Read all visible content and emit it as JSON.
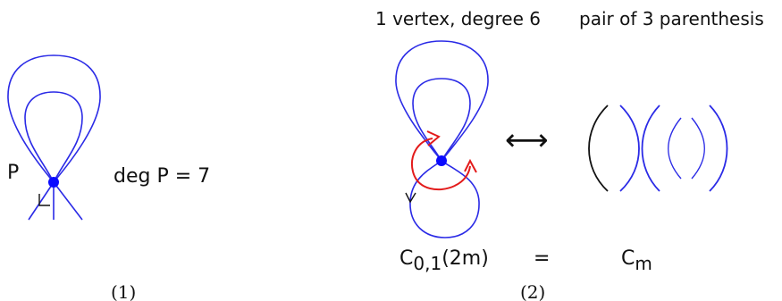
{
  "panel1": {
    "vertex_label": "P",
    "degree_text": "deg P = 7",
    "caption": "(1)"
  },
  "panel2": {
    "vertex_desc": "1 vertex, degree 6",
    "paren_desc": "pair of 3 parenthesis",
    "arrow": "⟷",
    "c_left_base": "C",
    "c_left_sub": "0,1",
    "c_left_arg": "(2m)",
    "equals": "=",
    "c_right_base": "C",
    "c_right_sub": "m",
    "caption": "(2)"
  },
  "colors": {
    "loop": "#2a2ae6",
    "vertex": "#0a0aff",
    "red_loop": "#e31b1b",
    "black": "#111111"
  }
}
